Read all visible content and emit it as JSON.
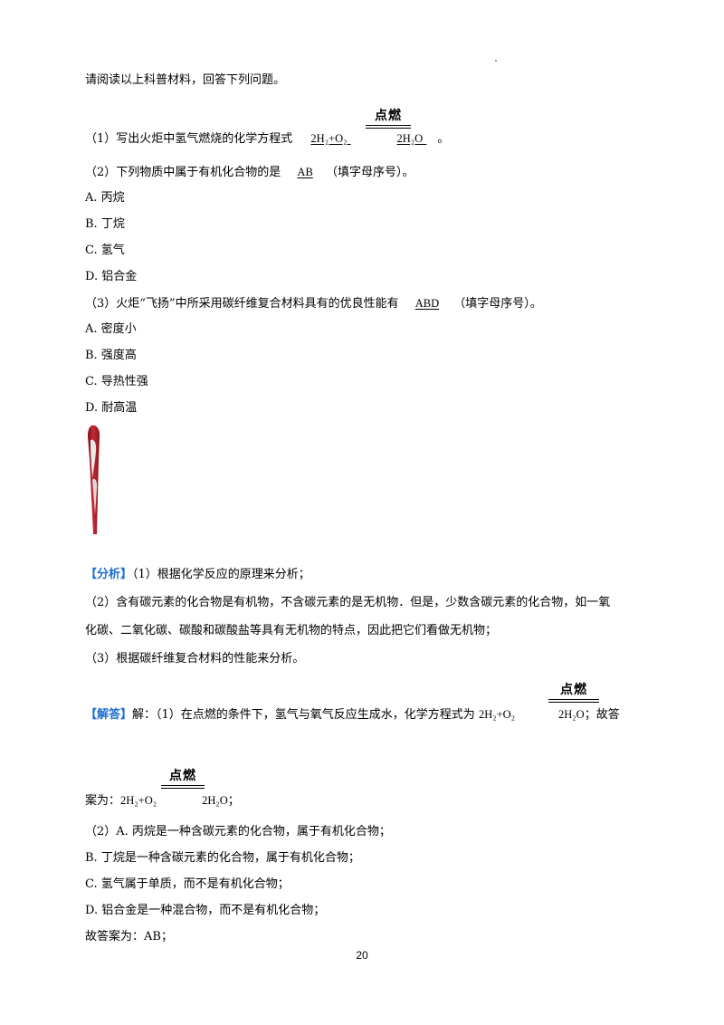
{
  "page": {
    "intro": "请阅读以上科普材料，回答下列问题。",
    "condition": "点燃",
    "q1": {
      "prefix": "（1）写出火炬中氢气燃烧的化学方程式",
      "reactants": "2H₂+O₂",
      "product": "2H₂O",
      "suffix": "。"
    },
    "q2": {
      "prefix": "（2）下列物质中属于有机化合物的是",
      "answer": "AB",
      "suffix": "（填字母序号）。",
      "options": [
        "A. 丙烷",
        "B. 丁烷",
        "C. 氢气",
        "D. 铝合金"
      ]
    },
    "q3": {
      "prefix": "（3）火炬“飞扬”中所采用碳纤维复合材料具有的优良性能有",
      "answer": "ABD",
      "suffix": "（填字母序号）。",
      "options": [
        "A. 密度小",
        "B. 强度高",
        "C. 导热性强",
        "D. 耐高温"
      ]
    },
    "analysis": {
      "tag": "【分析】",
      "line1": "（1）根据化学反应的原理来分析；",
      "line2": "（2）含有碳元素的化合物是有机物，不含碳元素的是无机物．但是，少数含碳元素的化合物，如一氧",
      "line3": "化碳、二氧化碳、碳酸和碳酸盐等具有无机物的特点，因此把它们看做无机物；",
      "line4": "（3）根据碳纤维复合材料的性能来分析。"
    },
    "solution": {
      "tag": "【解答】",
      "line1_text": "解：（1）在点燃的条件下，氢气与氧气反应生成水，化学方程式为",
      "line1_reactants": "2H₂+O₂",
      "line1_product": "2H₂O",
      "line1_suffix": "；故答",
      "line2_prefix": "案为：",
      "line2_reactants": "2H₂+O₂",
      "line2_product": "2H₂O",
      "line2_suffix": "；",
      "line3": "（2）A. 丙烷是一种含碳元素的化合物，属于有机化合物；",
      "line4": "B. 丁烷是一种含碳元素的化合物，属于有机化合物；",
      "line5": "C. 氢气属于单质，而不是有机化合物；",
      "line6": "D. 铝合金是一种混合物，而不是有机化合物；",
      "line7": "故答案为：AB；"
    },
    "page_number": "20",
    "colors": {
      "tag": "#1f6fd1",
      "torch_red": "#b3202a"
    }
  }
}
